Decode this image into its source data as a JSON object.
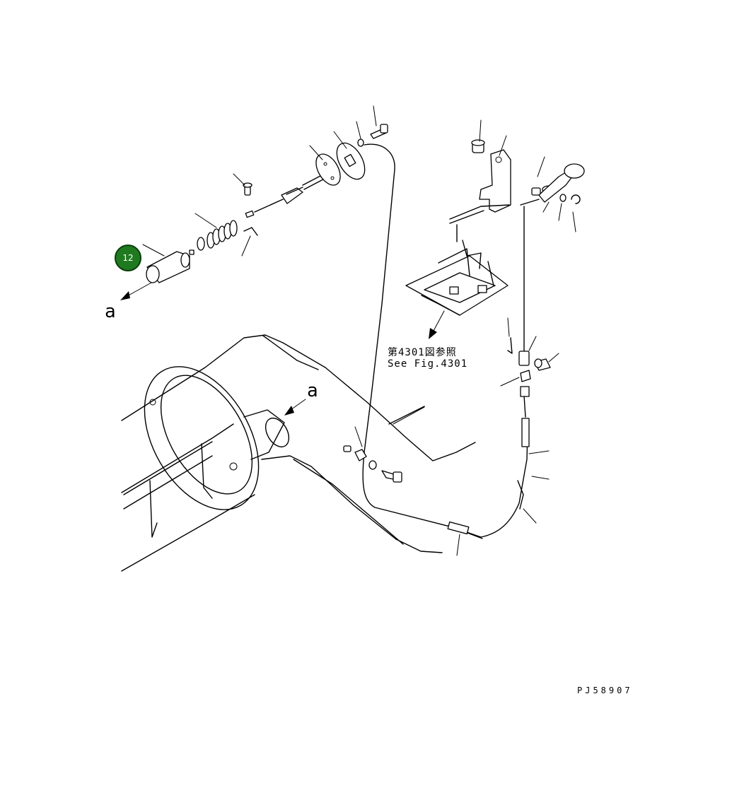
{
  "callouts": [
    {
      "id": "12",
      "label": "12"
    }
  ],
  "view_labels": {
    "a_left": "a",
    "a_right": "a"
  },
  "reference": {
    "japanese": "第4301図参照",
    "english": "See Fig.4301"
  },
  "drawing_number": "PJ58907",
  "colors": {
    "callout_fill": "#1f7a1f",
    "callout_border": "#0b3d0b",
    "line": "#000000",
    "background": "#ffffff"
  }
}
